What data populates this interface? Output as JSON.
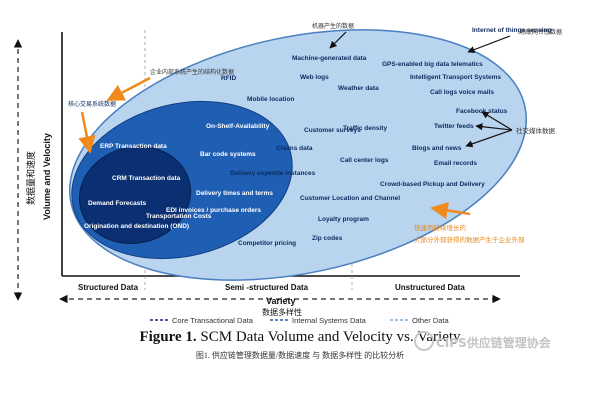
{
  "colors": {
    "outer_ellipse": "#b9d4ef",
    "outer_ellipse_edge": "#4a7fc0",
    "mid_ellipse": "#1f5fb3",
    "inner_ellipse": "#0b2f73",
    "arrow_orange": "#f08a1c",
    "arrow_black": "#111111",
    "axis": "#111111"
  },
  "axis": {
    "y_label": "Volume and Velocity",
    "y_label_cn": "数据量和速度",
    "x_label": "Variety",
    "x_label_cn": "数据多样性"
  },
  "regions": {
    "structured": "Structured Data",
    "semi": "Semi -structured Data",
    "unstructured": "Unstructured Data"
  },
  "legend": {
    "core": "Core Transactional Data",
    "internal": "Internal Systems Data",
    "other": "Other Data"
  },
  "inner_items": [
    "Demand Forecasts",
    "CRM Transaction data",
    "Origination and destination (OND)",
    "ERP Transaction data"
  ],
  "mid_items": [
    "On-Shelf-Availability",
    "Bar code systems",
    "Delivery times and terms",
    "Transportation Costs",
    "EDI invoices / purchase orders"
  ],
  "outer_items": [
    "Internet of things sensing",
    "Machine-generated data",
    "GPS-enabled big data telematics",
    "RFID",
    "Web logs",
    "Weather data",
    "Intelligent Transport Systems",
    "Mobile location",
    "Call logs voice mails",
    "Facebook status",
    "Customer surveys",
    "Traffic density",
    "Twitter feeds",
    "Claims data",
    "Call center logs",
    "Blogs and news",
    "Email records",
    "Delivery expedite instances",
    "Crowd-based Pickup and Delivery",
    "Customer Location and Channel",
    "Loyalty program",
    "Competitor pricing",
    "Zip codes"
  ],
  "cn_annotations": {
    "left_top": "企业内部系统产生的结构化数据",
    "inner": "核心交易系统数据",
    "right_social": "社交媒体数据",
    "right_bottom_1": "快速而持续增长的",
    "right_bottom_2": "大部分外部获得的数据产生于企业外部",
    "top_machine": "机器产生的数据",
    "top_iot": "物联网传感数据"
  },
  "caption": {
    "figure_label": "Figure 1.",
    "title": "SCM Data Volume and Velocity vs. Variety",
    "subtitle": "图1. 供应链管理数据量/数据速度 与 数据多样性 的比较分析"
  },
  "watermark": "CIPS供应链管理协会"
}
